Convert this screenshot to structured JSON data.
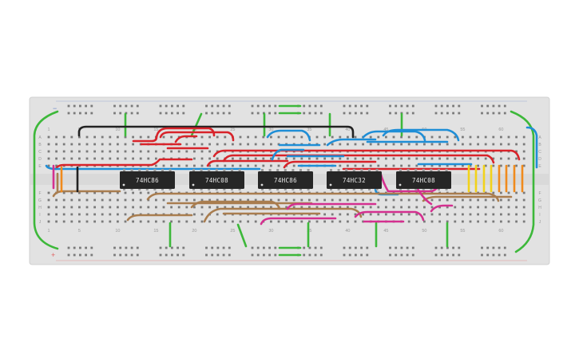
{
  "breadboard": {
    "chips": [
      "74HC86",
      "74HC08",
      "74HC86",
      "74HC32",
      "74HC08"
    ],
    "column_numbers": [
      "1",
      "5",
      "10",
      "15",
      "20",
      "25",
      "30",
      "35",
      "40",
      "45",
      "50",
      "55",
      "60"
    ],
    "row_letters_top": [
      "A",
      "B",
      "C",
      "D",
      "E"
    ],
    "row_letters_bottom": [
      "F",
      "G",
      "H",
      "I",
      "J"
    ],
    "rail_signs": {
      "minus": "−",
      "plus": "+"
    }
  },
  "colors": {
    "board": "#e2e2e2",
    "board_edge": "#cfcfcf",
    "hole": "#7a7a7a",
    "chip": "#262626",
    "wire_green": "#3db83a",
    "wire_red": "#d8232a",
    "wire_blue": "#1f8ed6",
    "wire_black": "#222222",
    "wire_brown": "#a97d4f",
    "wire_magenta": "#d4308f",
    "wire_yellow": "#f2d21b",
    "wire_orange": "#f08a1c",
    "rail_red": "#e06060",
    "rail_blue": "#6b88c9"
  }
}
